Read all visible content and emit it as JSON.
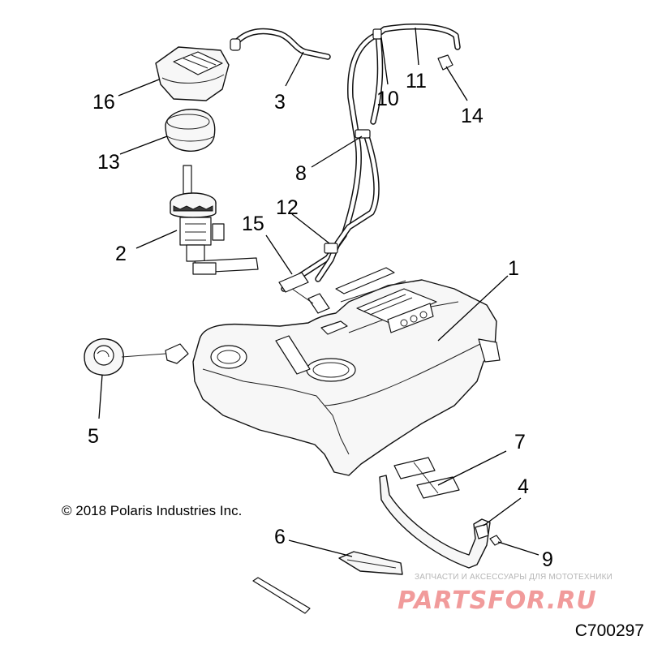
{
  "diagram": {
    "copyright": "© 2018 Polaris Industries Inc.",
    "diagram_id": "C700297",
    "callouts": [
      {
        "key": "1",
        "label": "1"
      },
      {
        "key": "2",
        "label": "2"
      },
      {
        "key": "3",
        "label": "3"
      },
      {
        "key": "4",
        "label": "4"
      },
      {
        "key": "5",
        "label": "5"
      },
      {
        "key": "6",
        "label": "6"
      },
      {
        "key": "7",
        "label": "7"
      },
      {
        "key": "8",
        "label": "8"
      },
      {
        "key": "9",
        "label": "9"
      },
      {
        "key": "10",
        "label": "10"
      },
      {
        "key": "11",
        "label": "11"
      },
      {
        "key": "12",
        "label": "12"
      },
      {
        "key": "13",
        "label": "13"
      },
      {
        "key": "14",
        "label": "14"
      },
      {
        "key": "15",
        "label": "15"
      },
      {
        "key": "16",
        "label": "16"
      }
    ]
  },
  "watermark": {
    "caption": "ЗАПЧАСТИ И АКСЕССУАРЫ ДЛЯ МОТОТЕХНИКИ",
    "logo_text": "PARTSFOR.RU",
    "color": "#e64a4a"
  }
}
